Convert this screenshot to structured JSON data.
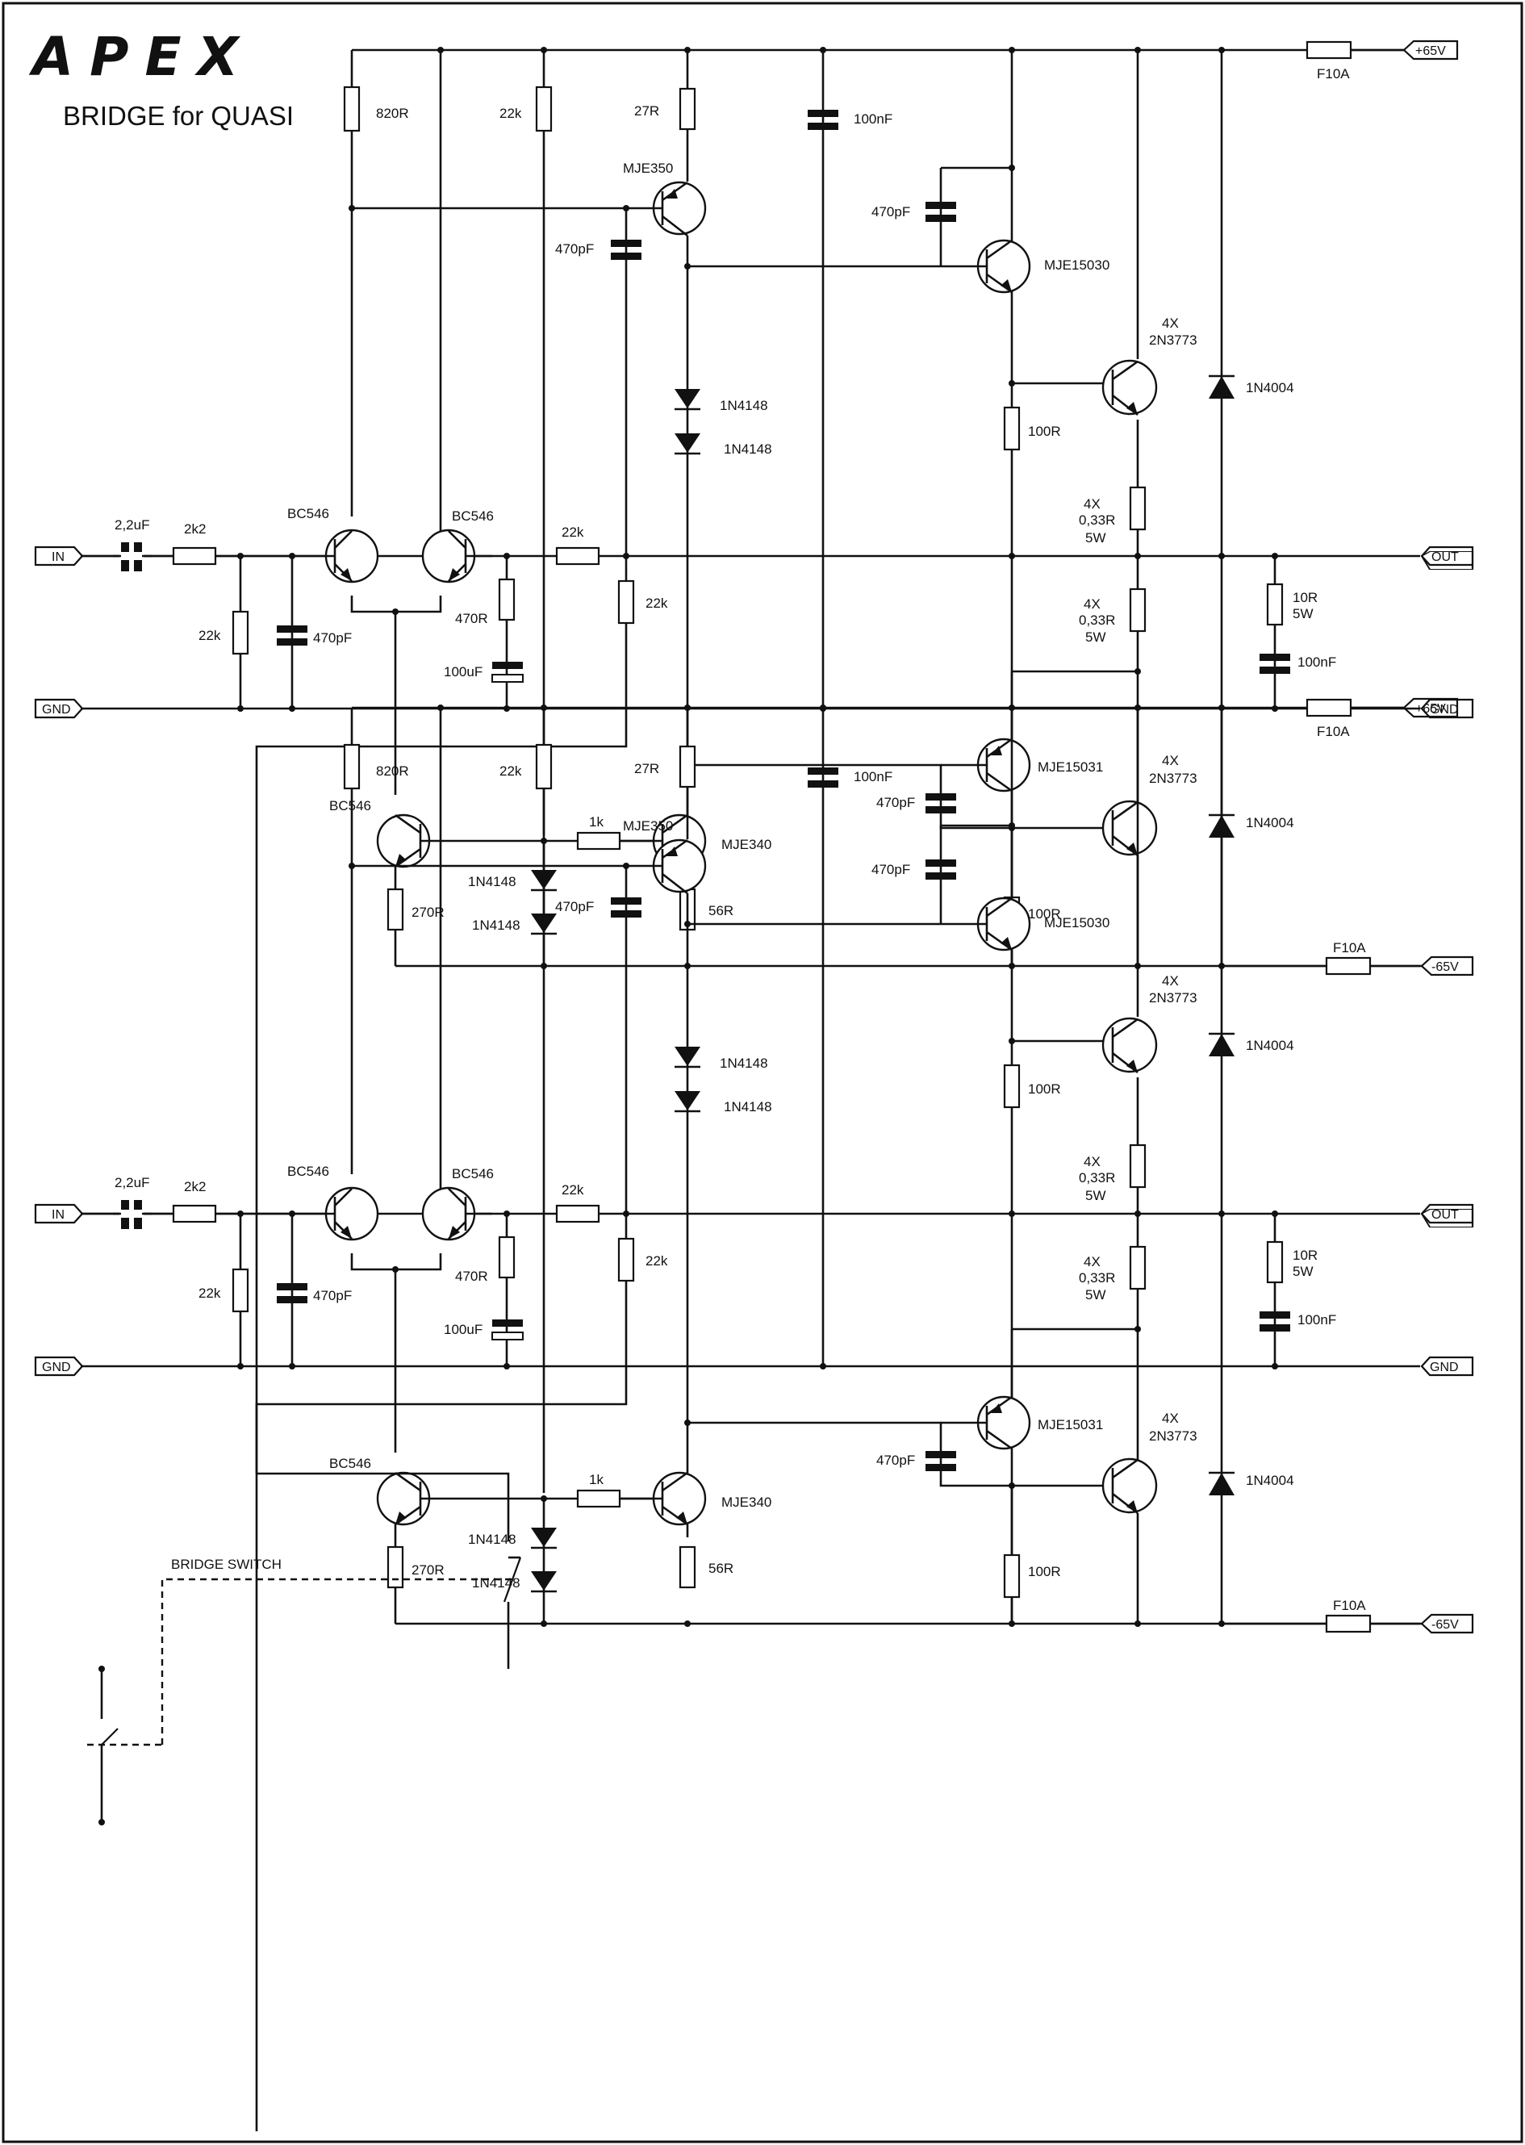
{
  "logo": "APEX",
  "title": "BRIDGE for QUASI",
  "ports": {
    "in": "IN",
    "gnd": "GND",
    "out": "OUT",
    "vpos": "+65V",
    "vneg": "-65V"
  },
  "switch_label": "BRIDGE SWITCH",
  "components": {
    "input_cap": "2,2uF",
    "input_res": "2k2",
    "bias_res": "22k",
    "input_filter_cap": "470pF",
    "diff_pair": "BC546",
    "tail_res": "820R",
    "supply_res": "22k",
    "feedback_res_series": "22k",
    "feedback_res_shunt": "22k",
    "emitter_res": "470R",
    "feedback_cap": "100uF",
    "vas_res": "27R",
    "vas_pnp": "MJE350",
    "comp_cap": "470pF",
    "bias_diode": "1N4148",
    "rail_cap": "100nF",
    "driver_npn": "MJE15030",
    "driver_pnp": "MJE15031",
    "driver_cap": "470pF",
    "driver_res": "100R",
    "output_count": "4X",
    "output_transistor": "2N3773",
    "emitter_ballast_count": "4X",
    "emitter_ballast_value": "0,33R",
    "emitter_ballast_power": "5W",
    "protection_diode": "1N4004",
    "zobel_res": "10R",
    "zobel_res_power": "5W",
    "zobel_cap": "100nF",
    "fuse": "F10A",
    "lower_bc": "BC546",
    "lower_res": "270R",
    "base_res": "1k",
    "vas_npn": "MJE340",
    "vas_npn_res": "56R"
  }
}
